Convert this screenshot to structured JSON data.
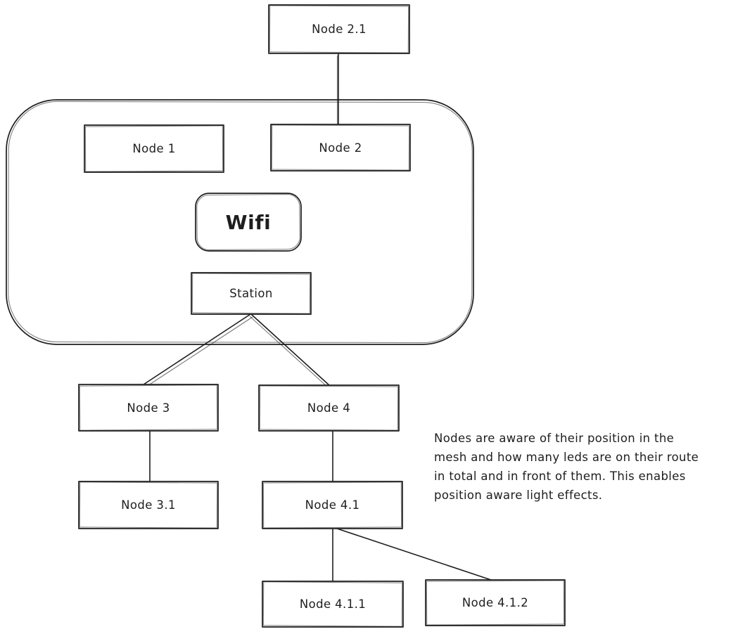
{
  "diagram": {
    "type": "mesh-network-topology-sketch",
    "background_color": "#ffffff",
    "stroke_color": "#1e1e1e",
    "nodes": {
      "node_2_1": {
        "label": "Node 2.1"
      },
      "node_1": {
        "label": "Node 1"
      },
      "node_2": {
        "label": "Node 2"
      },
      "wifi": {
        "label": "Wifi"
      },
      "station": {
        "label": "Station"
      },
      "node_3": {
        "label": "Node 3"
      },
      "node_4": {
        "label": "Node 4"
      },
      "node_3_1": {
        "label": "Node 3.1"
      },
      "node_4_1": {
        "label": "Node 4.1"
      },
      "node_4_1_1": {
        "label": "Node 4.1.1"
      },
      "node_4_1_2": {
        "label": "Node 4.1.2"
      }
    },
    "groups": {
      "wifi_zone": {
        "description": "rounded container enclosing Node 1, Node 2, Wifi and Station"
      }
    },
    "connections": [
      {
        "from": "Node 2.1",
        "to": "Node 2"
      },
      {
        "from": "Station",
        "to": "Node 3"
      },
      {
        "from": "Station",
        "to": "Node 4"
      },
      {
        "from": "Node 3",
        "to": "Node 3.1"
      },
      {
        "from": "Node 4",
        "to": "Node 4.1"
      },
      {
        "from": "Node 4.1",
        "to": "Node 4.1.1"
      },
      {
        "from": "Node 4.1",
        "to": "Node 4.1.2"
      }
    ],
    "annotation": {
      "lines": [
        "Nodes are aware of their position in the",
        "mesh and how many leds are on their route",
        "in total and in front of them. This enables",
        "position aware light effects."
      ]
    }
  }
}
